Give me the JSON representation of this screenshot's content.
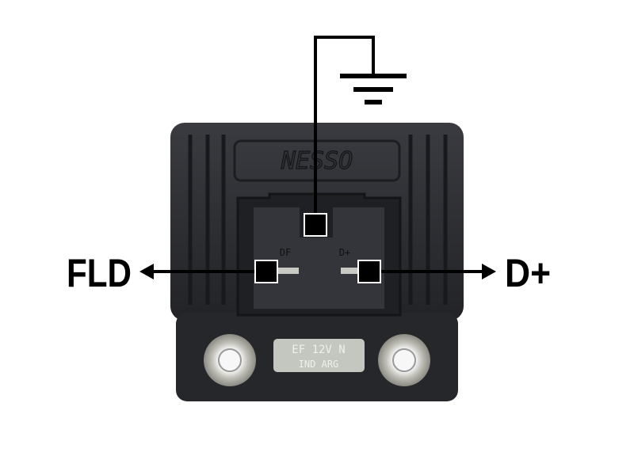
{
  "labels": {
    "field": "FLD",
    "d_plus": "D+"
  },
  "device": {
    "brand_logo": "NESSO",
    "terminal_markings": {
      "df": "DF",
      "d_plus": "D+"
    },
    "label_plate": {
      "line1": "EF 12V N",
      "line2": "IND ARG"
    }
  },
  "colors": {
    "annotation": "#000000",
    "body": "#2b2c30",
    "terminal_outline": "#ffffff"
  }
}
